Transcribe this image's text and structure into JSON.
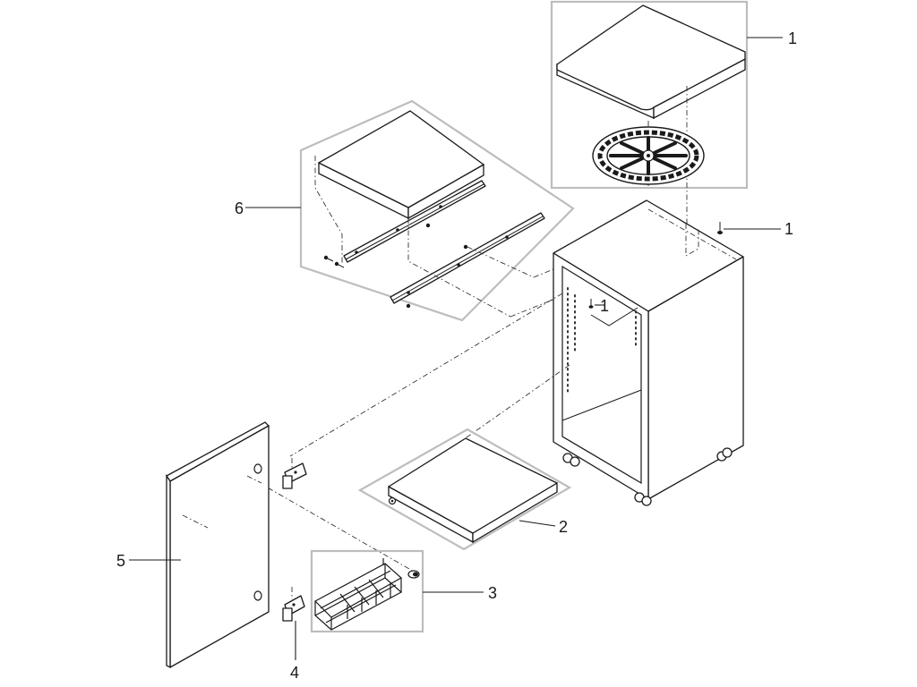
{
  "callouts": {
    "c1_top": "1",
    "c1_screw": "1",
    "c1_small": "1",
    "c2": "2",
    "c3": "3",
    "c4": "4",
    "c5": "5",
    "c6": "6"
  },
  "colors": {
    "line": "#1a1a1a",
    "frame": "#bdbdbd",
    "background": "#ffffff"
  }
}
